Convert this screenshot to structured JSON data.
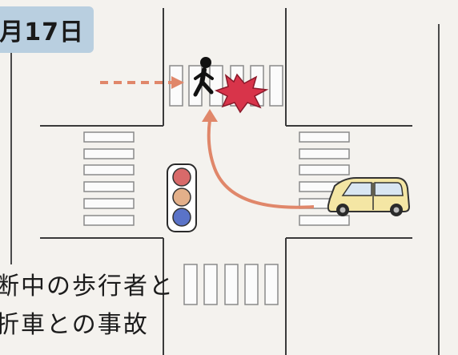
{
  "date_label": "月17日",
  "caption": {
    "line1": "断中の歩行者と",
    "line2": "折車との事故"
  },
  "colors": {
    "paper": "#f4f2ee",
    "road_lines": "#3a3a3a",
    "crosswalk": "#8a8a8a",
    "date_badge": "#b9cfe0",
    "arrow": "#e0876a",
    "impact": "#d8344a",
    "car_body": "#f4e6a4",
    "signal_red": "#d86a6a",
    "signal_yellow": "#e3b08a",
    "signal_blue": "#5a73c8"
  },
  "icons": [
    "pedestrian-icon",
    "impact-burst-icon",
    "traffic-light-icon",
    "car-icon"
  ]
}
